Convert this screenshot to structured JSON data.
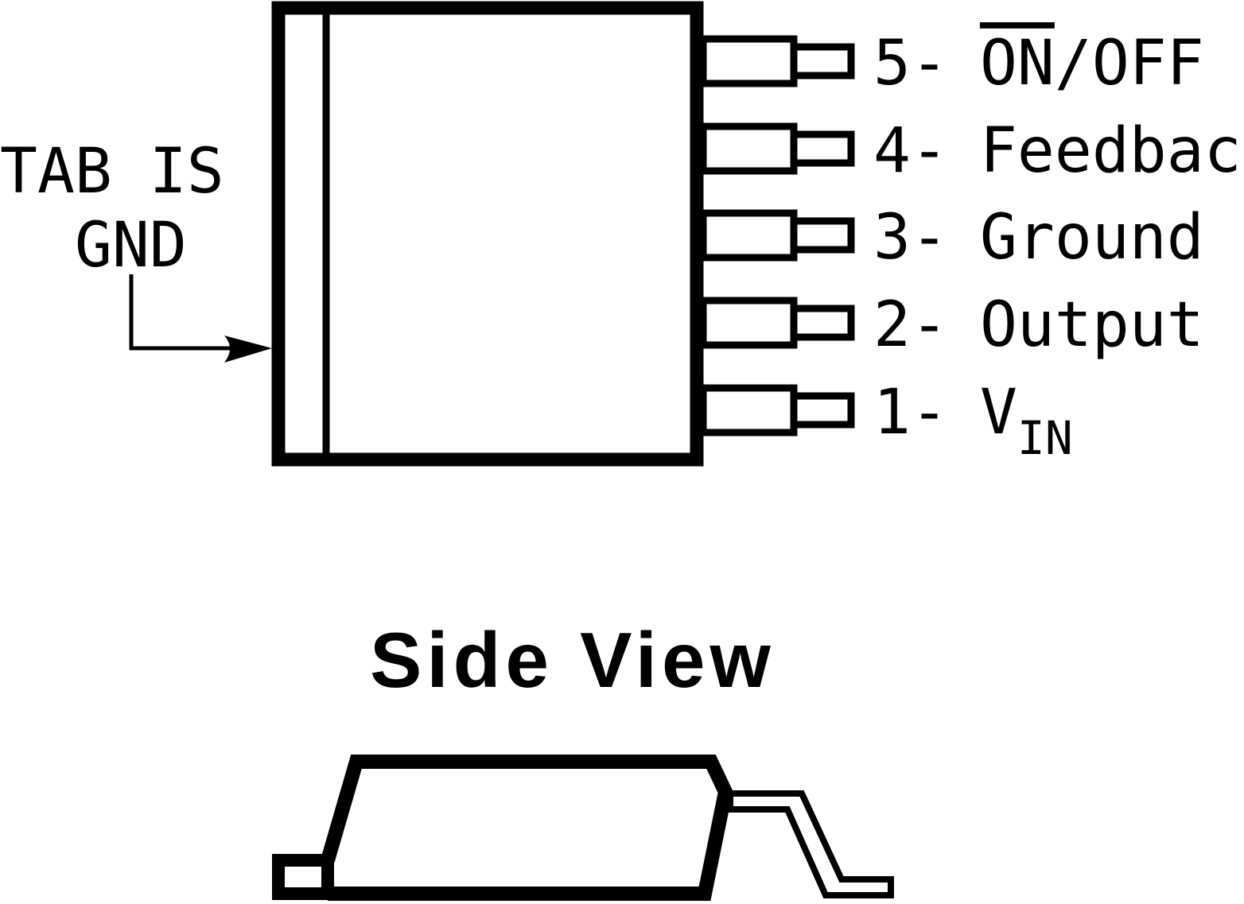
{
  "colors": {
    "ink": "#000000",
    "background": "#ffffff"
  },
  "top_view": {
    "tab_label_line1": "TAB IS",
    "tab_label_line2": "GND",
    "pins": [
      {
        "number": "5",
        "separator": "-",
        "name": "ON/OFF",
        "overlined": "ON",
        "rest": "/OFF"
      },
      {
        "number": "4",
        "separator": "-",
        "name": "Feedback"
      },
      {
        "number": "3",
        "separator": "-",
        "name": "Ground"
      },
      {
        "number": "2",
        "separator": "-",
        "name": "Output"
      },
      {
        "number": "1",
        "separator": "-",
        "name": "V",
        "subscript": "IN"
      }
    ]
  },
  "side_view": {
    "title": "Side View"
  }
}
